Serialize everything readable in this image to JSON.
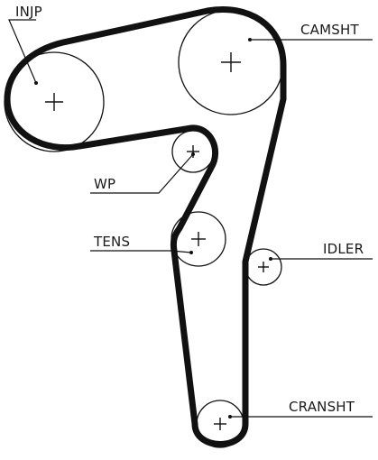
{
  "labels": {
    "injp": "INJP",
    "camsht": "CAMSHT",
    "wp": "WP",
    "tens": "TENS",
    "idler": "IDLER",
    "cranksht": "CRANSHT"
  },
  "colors": {
    "line": "#111111",
    "background": "#ffffff"
  }
}
